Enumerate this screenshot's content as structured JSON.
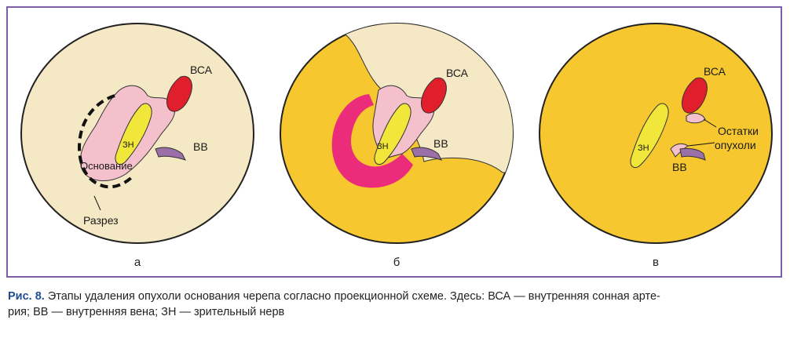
{
  "panels": [
    {
      "letter": "а",
      "labels": {
        "ica": "ВСА",
        "iv": "ВВ",
        "on": "ЗН",
        "base": "Основание",
        "incision": "Разрез"
      }
    },
    {
      "letter": "б",
      "labels": {
        "ica": "ВСА",
        "iv": "ВВ",
        "on": "ЗН"
      }
    },
    {
      "letter": "в",
      "labels": {
        "ica": "ВСА",
        "iv": "ВВ",
        "on": "ЗН",
        "remnants_line1": "Остатки",
        "remnants_line2": "опухоли"
      }
    }
  ],
  "caption": {
    "label": "Рис. 8.",
    "line1": " Этапы удаления опухоли основания черепа согласно проекционной схеме. Здесь: ВСА — внутренняя сонная арте-",
    "line2": "рия; ВВ — внутренняя вена; ЗН — зрительный нерв"
  },
  "colors": {
    "frame": "#7b5ea7",
    "circle_light": "#f5e8c4",
    "circle_yellow": "#f6c72e",
    "tumor": "#f4c0cc",
    "artery": "#e01e2c",
    "nerve": "#f1e63a",
    "vein": "#9b6fa8",
    "tumor_cut": "#ea2c7a"
  }
}
